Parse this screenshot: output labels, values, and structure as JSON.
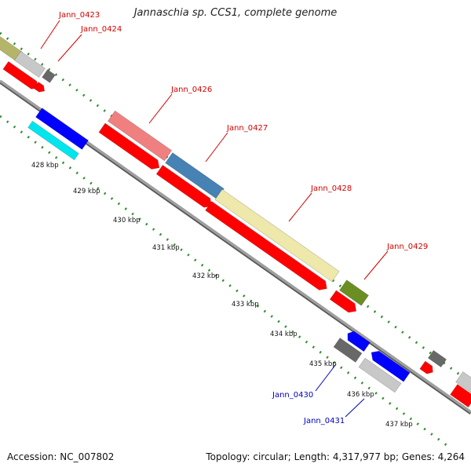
{
  "title": "Jannaschia sp. CCS1, complete genome",
  "footer": {
    "accession": "Accession: NC_007802",
    "summary": "Topology: circular; Length: 4,317,977 bp; Genes: 4,264"
  },
  "colors": {
    "backbone": "#8a8a8a",
    "tick": "#2e8b2e",
    "label_red": "#d40000",
    "label_blue": "#0000c0",
    "cds": "#ff0000"
  },
  "ticks": [
    "428 kbp",
    "429 kbp",
    "430 kbp",
    "431 kbp",
    "432 kbp",
    "433 kbp",
    "434 kbp",
    "435 kbp",
    "436 kbp",
    "437 kbp"
  ],
  "gene_labels": [
    {
      "text": "Jann_0423",
      "color": "red"
    },
    {
      "text": "Jann_0424",
      "color": "red"
    },
    {
      "text": "Jann_0426",
      "color": "red"
    },
    {
      "text": "Jann_0427",
      "color": "red"
    },
    {
      "text": "Jann_0428",
      "color": "red"
    },
    {
      "text": "Jann_0429",
      "color": "red"
    },
    {
      "text": "Jann_0430",
      "color": "blue"
    },
    {
      "text": "Jann_0431",
      "color": "blue"
    }
  ],
  "features": [
    {
      "kind": "gene",
      "color": "#b5b56a"
    },
    {
      "kind": "gene",
      "color": "#c8c8c8"
    },
    {
      "kind": "gene",
      "color": "#686868"
    },
    {
      "kind": "cds",
      "color": "#ff0000"
    },
    {
      "kind": "cds",
      "color": "#ff0000"
    },
    {
      "kind": "gene",
      "color": "#0000ff"
    },
    {
      "kind": "gene",
      "color": "#00e5ee"
    },
    {
      "kind": "gene",
      "color": "#f08080"
    },
    {
      "kind": "cds",
      "color": "#ff0000"
    },
    {
      "kind": "gene",
      "color": "#4682b4"
    },
    {
      "kind": "cds",
      "color": "#ff0000"
    },
    {
      "kind": "gene",
      "color": "#eee8aa"
    },
    {
      "kind": "cds",
      "color": "#ff0000"
    },
    {
      "kind": "gene",
      "color": "#6b8e23"
    },
    {
      "kind": "cds",
      "color": "#ff0000"
    },
    {
      "kind": "gene",
      "color": "#686868"
    },
    {
      "kind": "gene",
      "color": "#0000ff"
    },
    {
      "kind": "gene",
      "color": "#0000ff"
    },
    {
      "kind": "gene",
      "color": "#c8c8c8"
    },
    {
      "kind": "gene",
      "color": "#686868"
    },
    {
      "kind": "cds",
      "color": "#ff0000"
    },
    {
      "kind": "gene",
      "color": "#c8c8c8"
    },
    {
      "kind": "cds",
      "color": "#ff0000"
    }
  ]
}
